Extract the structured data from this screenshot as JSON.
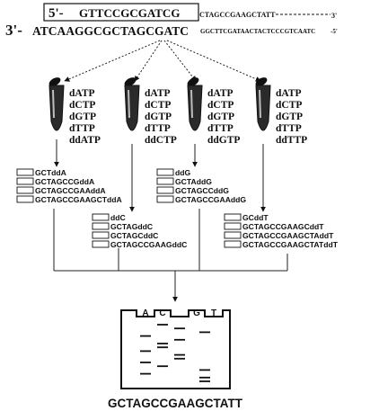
{
  "strands": {
    "primer_prefix": "5'-",
    "primer_seq": "GTTCCGCGATCG",
    "primer_extension": "CTAGCCGAAGCTATT",
    "primer_extension_end": "3'",
    "template_prefix": "3'-",
    "template_seq": "ATCAAGGCGCTAGCGATC",
    "template_rest": "GGCTTCGATAACTACTCCCGTCAATC",
    "template_end": "-5'"
  },
  "tubes": [
    {
      "reagents": [
        "dATP",
        "dCTP",
        "dGTP",
        "dTTP",
        "ddATP"
      ],
      "label": "A"
    },
    {
      "reagents": [
        "dATP",
        "dCTP",
        "dGTP",
        "dTTP",
        "ddCTP"
      ],
      "label": "C"
    },
    {
      "reagents": [
        "dATP",
        "dCTP",
        "dGTP",
        "dTTP",
        "ddGTP"
      ],
      "label": "G"
    },
    {
      "reagents": [
        "dATP",
        "dCTP",
        "dGTP",
        "dTTP",
        "ddTTP"
      ],
      "label": "T"
    }
  ],
  "fragment_groups": [
    {
      "tube": "A",
      "items": [
        "GCTddA",
        "GCTAGCCGddA",
        "GCTAGCCGAAddA",
        "GCTAGCCGAAGCTddA"
      ]
    },
    {
      "tube": "C",
      "items": [
        "ddC",
        "GCTAGddC",
        "GCTAGCddC",
        "GCTAGCCGAAGddC"
      ]
    },
    {
      "tube": "G",
      "items": [
        "ddG",
        "GCTAddG",
        "GCTAGCCddG",
        "GCTAGCCGAAddG"
      ]
    },
    {
      "tube": "T",
      "items": [
        "GCddT",
        "GCTAGCCGAAGCddT",
        "GCTAGCCGAAGCTAddT",
        "GCTAGCCGAAGCTATddT"
      ]
    }
  ],
  "gel": {
    "lanes": [
      "A",
      "C",
      "G",
      "T"
    ],
    "bands": {
      "A": [
        4,
        8,
        11,
        14
      ],
      "C": [
        1,
        6,
        7,
        12
      ],
      "G": [
        2,
        5,
        9,
        10
      ],
      "T": [
        3,
        13,
        15,
        16
      ]
    }
  },
  "result_sequence": "GCTAGCCGAAGCTATT",
  "colors": {
    "ink": "#111111",
    "paper": "#ffffff"
  }
}
